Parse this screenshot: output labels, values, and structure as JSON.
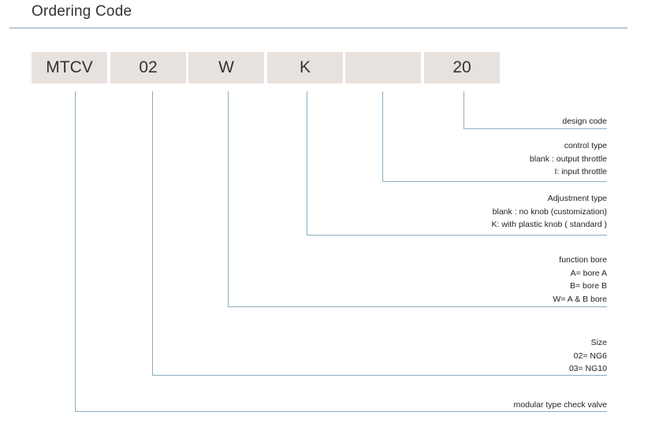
{
  "title": "Ordering Code",
  "codes": [
    "MTCV",
    "02",
    "W",
    "K",
    "",
    "20"
  ],
  "sections": {
    "design_code": [
      "design code"
    ],
    "control_type": [
      "control type",
      "blank :  output throttle",
      "I:  input throttle"
    ],
    "adjustment_type": [
      "Adjustment type",
      "blank : no knob (customization)",
      "K: with plastic knob ( standard )"
    ],
    "function_bore": [
      "function bore",
      "A= bore A",
      "B= bore B",
      "W=  A & B bore"
    ],
    "size": [
      "Size",
      "02=   NG6",
      "03=   NG10"
    ],
    "modular": [
      "modular type check valve"
    ]
  },
  "colors": {
    "box_fill": "#e8e2df",
    "line": "#8aaebf",
    "text": "#222222"
  }
}
